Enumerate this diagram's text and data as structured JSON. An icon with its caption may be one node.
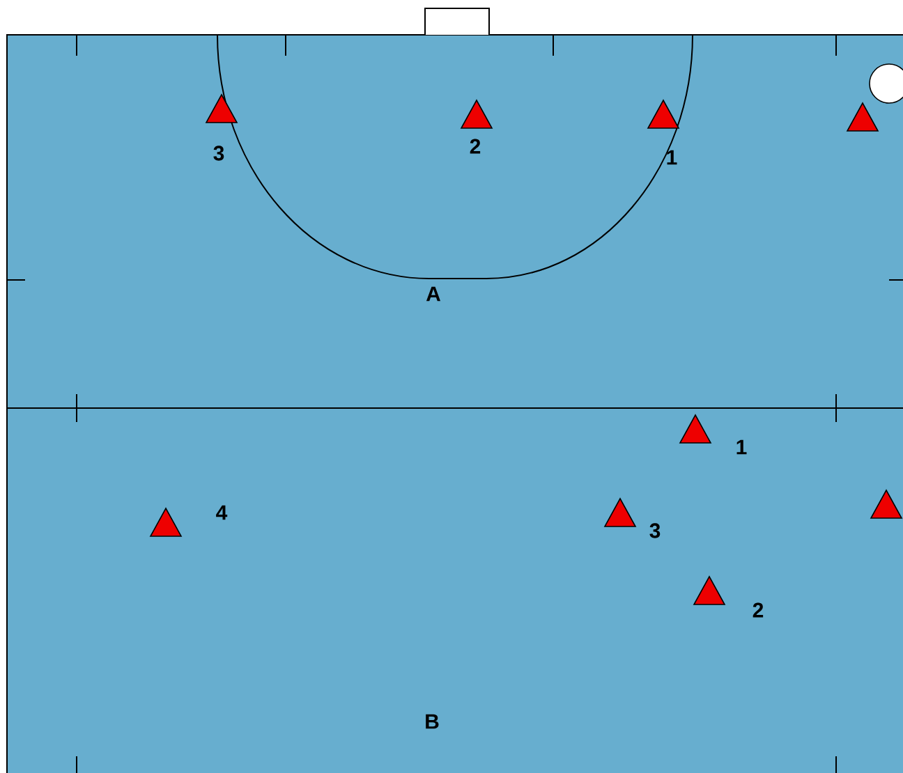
{
  "diagram": {
    "labels": [
      "3",
      "2",
      "1",
      "A",
      "1",
      "4",
      "3",
      "2",
      "B"
    ]
  }
}
